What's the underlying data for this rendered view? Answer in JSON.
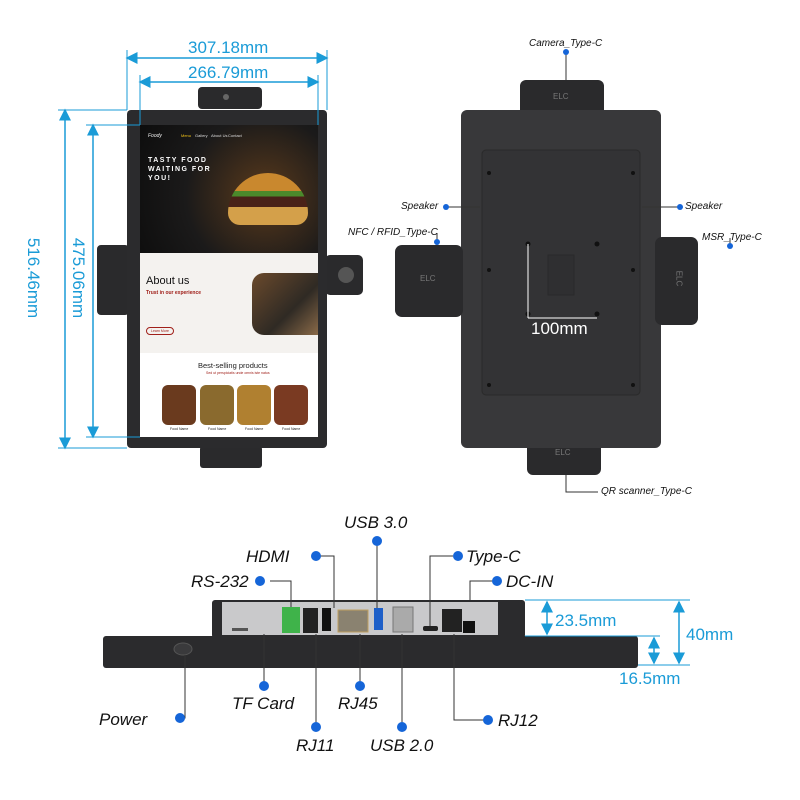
{
  "front": {
    "width_outer": "307.18mm",
    "width_inner": "266.79mm",
    "height_outer": "516.46mm",
    "height_inner": "475.06mm",
    "screen": {
      "logo": "Foody",
      "nav": [
        "Menu",
        "Gallery",
        "About Us",
        "Contact"
      ],
      "hero_title": [
        "TASTY FOOD",
        "WAITING FOR",
        "YOU!"
      ],
      "about_title": "About us",
      "about_subtitle": "Trust in our experience",
      "about_button": "Learn More",
      "best_title": "Best-selling products",
      "best_subtitle": "Sed ut perspiciatis unde omnis iste natus",
      "products": [
        "Food Name",
        "Food Name",
        "Food Name",
        "Food Name"
      ]
    }
  },
  "back": {
    "camera": "Camera_Type-C",
    "speaker_left": "Speaker",
    "speaker_right": "Speaker",
    "nfc": "NFC / RFID_Type-C",
    "msr": "MSR_Type-C",
    "vesa": "100mm",
    "qr": "QR scanner_Type-C",
    "brand": "ELC"
  },
  "bottom": {
    "ports_top": [
      "USB 3.0",
      "HDMI",
      "RS-232",
      "Type-C",
      "DC-IN"
    ],
    "ports_bottom": [
      "Power",
      "TF Card",
      "RJ45",
      "RJ11",
      "USB 2.0",
      "RJ12"
    ],
    "dim_top": "23.5mm",
    "dim_total": "40mm",
    "dim_base": "16.5mm"
  },
  "colors": {
    "dimension": "#1a9bd7",
    "dot": "#1565d8",
    "body": "#2b2b2d"
  }
}
